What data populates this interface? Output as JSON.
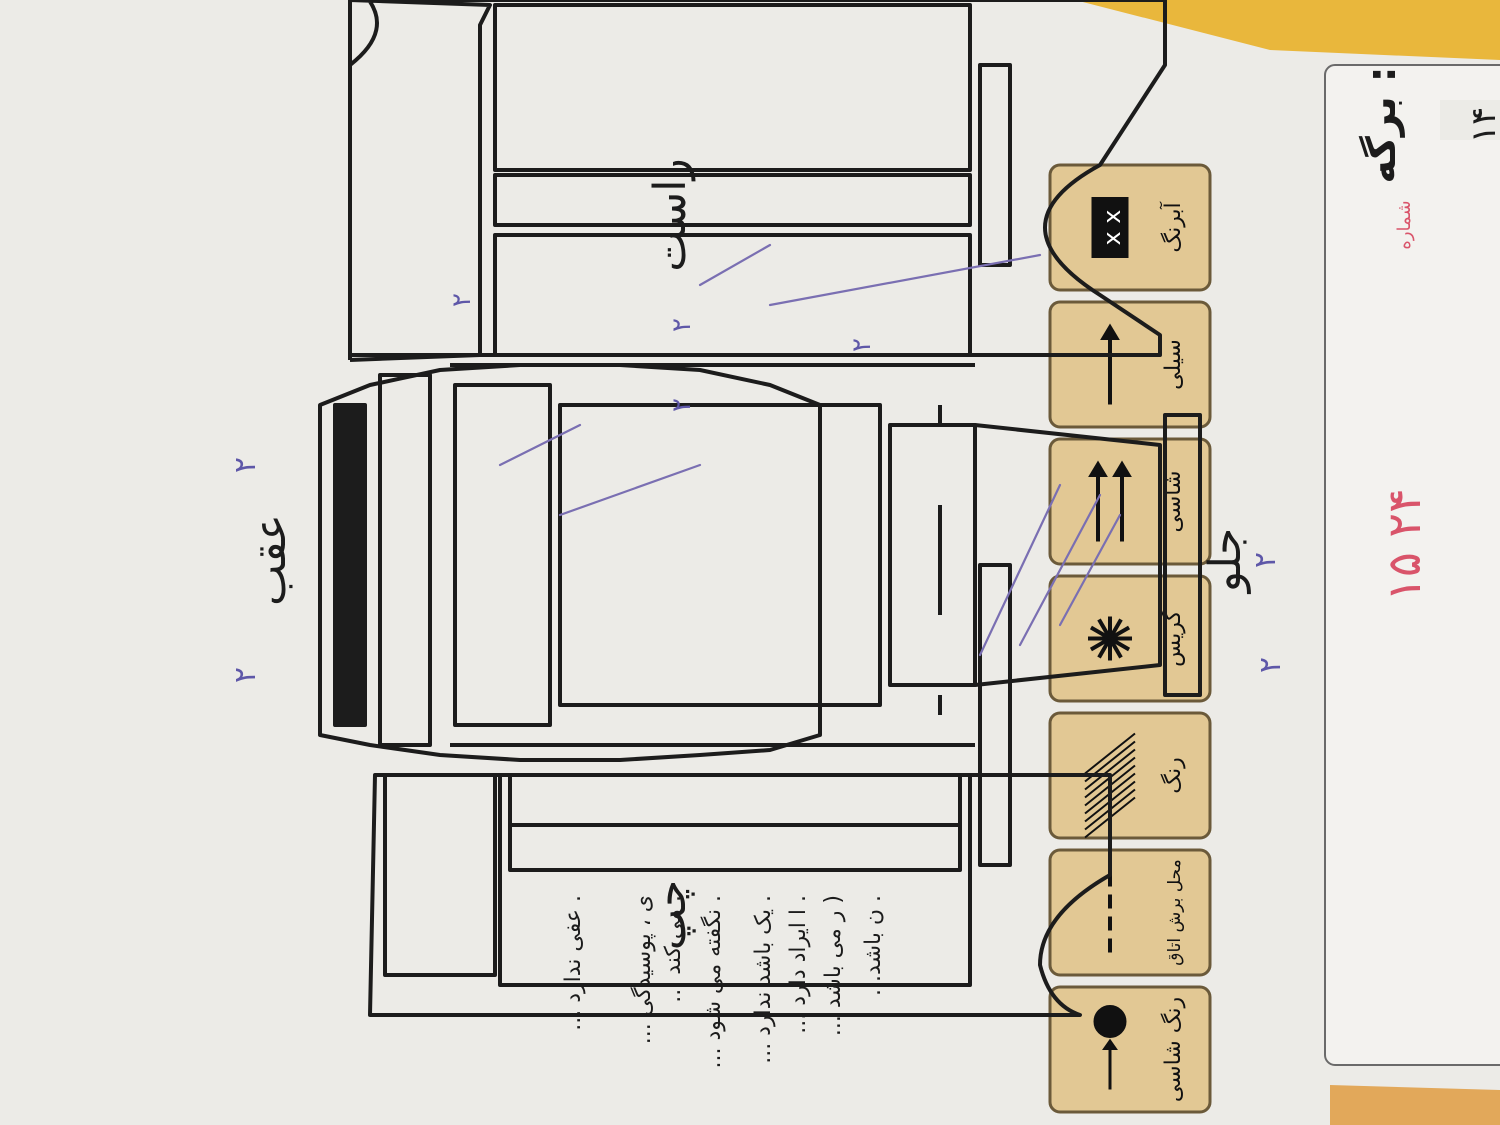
{
  "sheet": {
    "title_label": "برگه :",
    "sheet_number": "۱۵ ۲۴",
    "sheet_number_prefix": "شماره",
    "corner_mark": "۱۴"
  },
  "diagram": {
    "front_label": "جلو",
    "rear_label": "عقب",
    "right_label": "راست",
    "left_label": "چپ",
    "handwritten_marks": [
      "۲",
      "۲",
      "۲",
      "۲",
      "۲",
      "۲",
      "۲",
      "۲"
    ]
  },
  "legend": [
    {
      "label": "آبرنگ",
      "symbol": "xx"
    },
    {
      "label": "سیلی",
      "symbol": "arrow"
    },
    {
      "label": "شاسی",
      "symbol": "double-arrow"
    },
    {
      "label": "گریس",
      "symbol": "star"
    },
    {
      "label": "رنگ",
      "symbol": "hatch"
    },
    {
      "label": "محل برش اتاق",
      "symbol": "dashed"
    },
    {
      "label": "رنگ شاسی",
      "symbol": "dot-arrow"
    }
  ],
  "notes": [
    "...ن باشد .",
    "... ر می باشد )",
    "... ا ایراد دارد .",
    "... یک باشد ندارد .",
    "... نگفته می شود .",
    "... می کند .",
    "... ی ، پوسیدگی",
    "... عفی ندارد ."
  ],
  "colors": {
    "paper": "#ecebe7",
    "ink": "#1c1c1c",
    "legend_box": "#e2c894",
    "pen_blue": "#6f67b0",
    "pen_red": "#d9546a",
    "yellow_corner": "#e9b73c"
  }
}
